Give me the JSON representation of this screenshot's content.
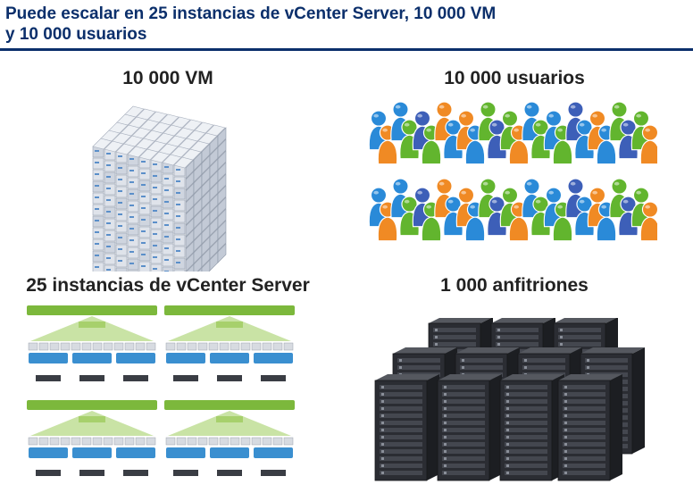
{
  "slide": {
    "title_line1": "Puede escalar en 25 instancias de vCenter Server, 10 000 VM",
    "title_line2": "y 10 000 usuarios"
  },
  "quadrants": {
    "vm": {
      "label": "10 000 VM",
      "icon": "vm-cube-icon"
    },
    "users": {
      "label": "10 000 usuarios",
      "icon": "users-crowd-icon"
    },
    "vcenter": {
      "label": "25 instancias de vCenter Server",
      "icon": "vcenter-diagram-icon"
    },
    "hosts": {
      "label": "1 000 anfitriones",
      "icon": "server-racks-icon"
    }
  },
  "colors": {
    "title": "#0b2f6b",
    "rule": "#0b2f6b",
    "vcenter_green": "#7cb83c",
    "esx_blue": "#3a8fd0",
    "person_blue": "#2a8ad8",
    "person_orange": "#f08a24",
    "person_green": "#62b52e",
    "person_navy": "#3d5fb8",
    "rack": "#2b2d33"
  }
}
